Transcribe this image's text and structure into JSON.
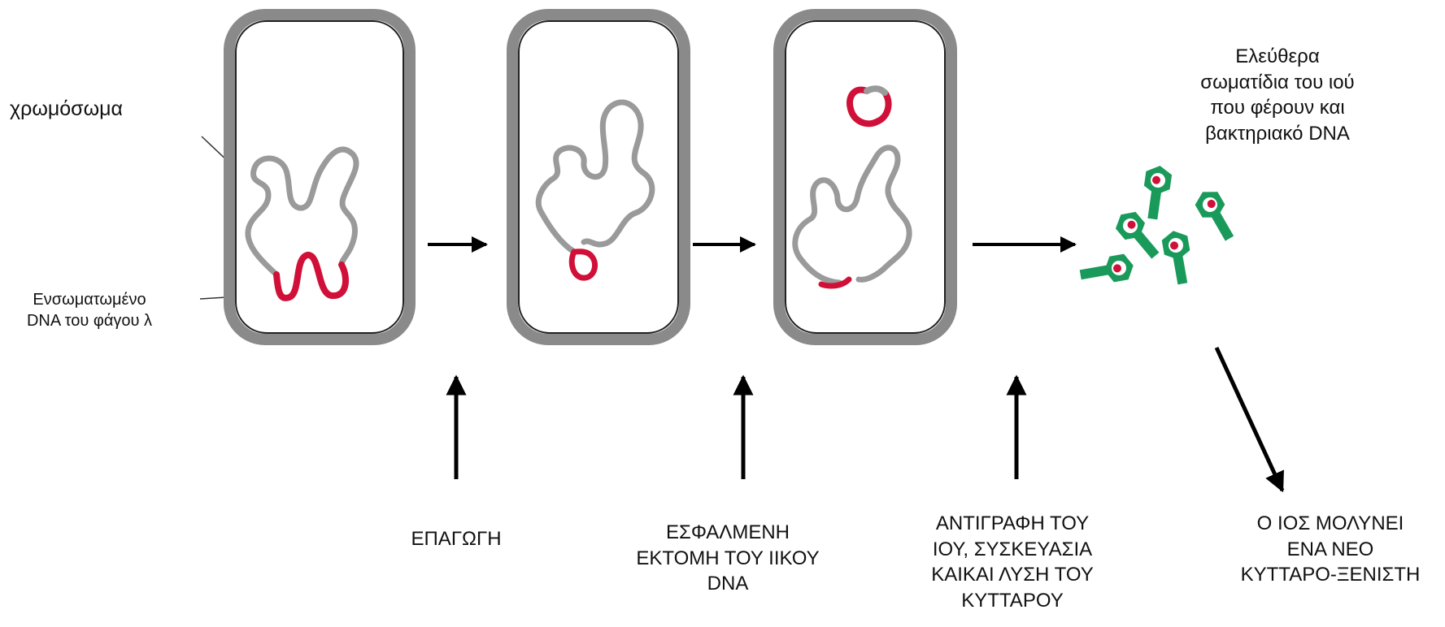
{
  "labels": {
    "chromosome": "χρωμόσωμα",
    "integrated_dna": [
      "Ενσωματωμένο",
      "DNA του φάγου λ"
    ],
    "free_particles": [
      "Ελεύθερα",
      "σωματίδια του ιού",
      "που φέρουν και",
      "βακτηριακό DNA"
    ]
  },
  "steps": [
    [
      "ΕΠΑΓΩΓΗ"
    ],
    [
      "ΕΣΦΑΛΜΕΝΗ",
      "ΕΚΤΟΜΗ ΤΟΥ ΙΙΚΟΥ",
      "DNA"
    ],
    [
      "ΑΝΤΙΓΡΑΦΗ ΤΟΥ",
      "ΙΟΥ, ΣΥΣΚΕΥΑΣΙΑ",
      "ΚΑΙΚΑΙ ΛΥΣΗ ΤΟΥ",
      "ΚΥΤΤΑΡΟΥ"
    ],
    [
      "Ο ΙΟΣ ΜΟΛΥΝΕΙ",
      "ΕΝΑ ΝΕΟ",
      "ΚΥΤΤΑΡΟ-ΞΕΝΙΣΤΗ"
    ]
  ],
  "colors": {
    "cell_wall": "#8a8a8a",
    "chromosome": "#9a9a9a",
    "phage_dna": "#d01038",
    "phage": "#1a9a5a",
    "arrow": "#000000"
  }
}
